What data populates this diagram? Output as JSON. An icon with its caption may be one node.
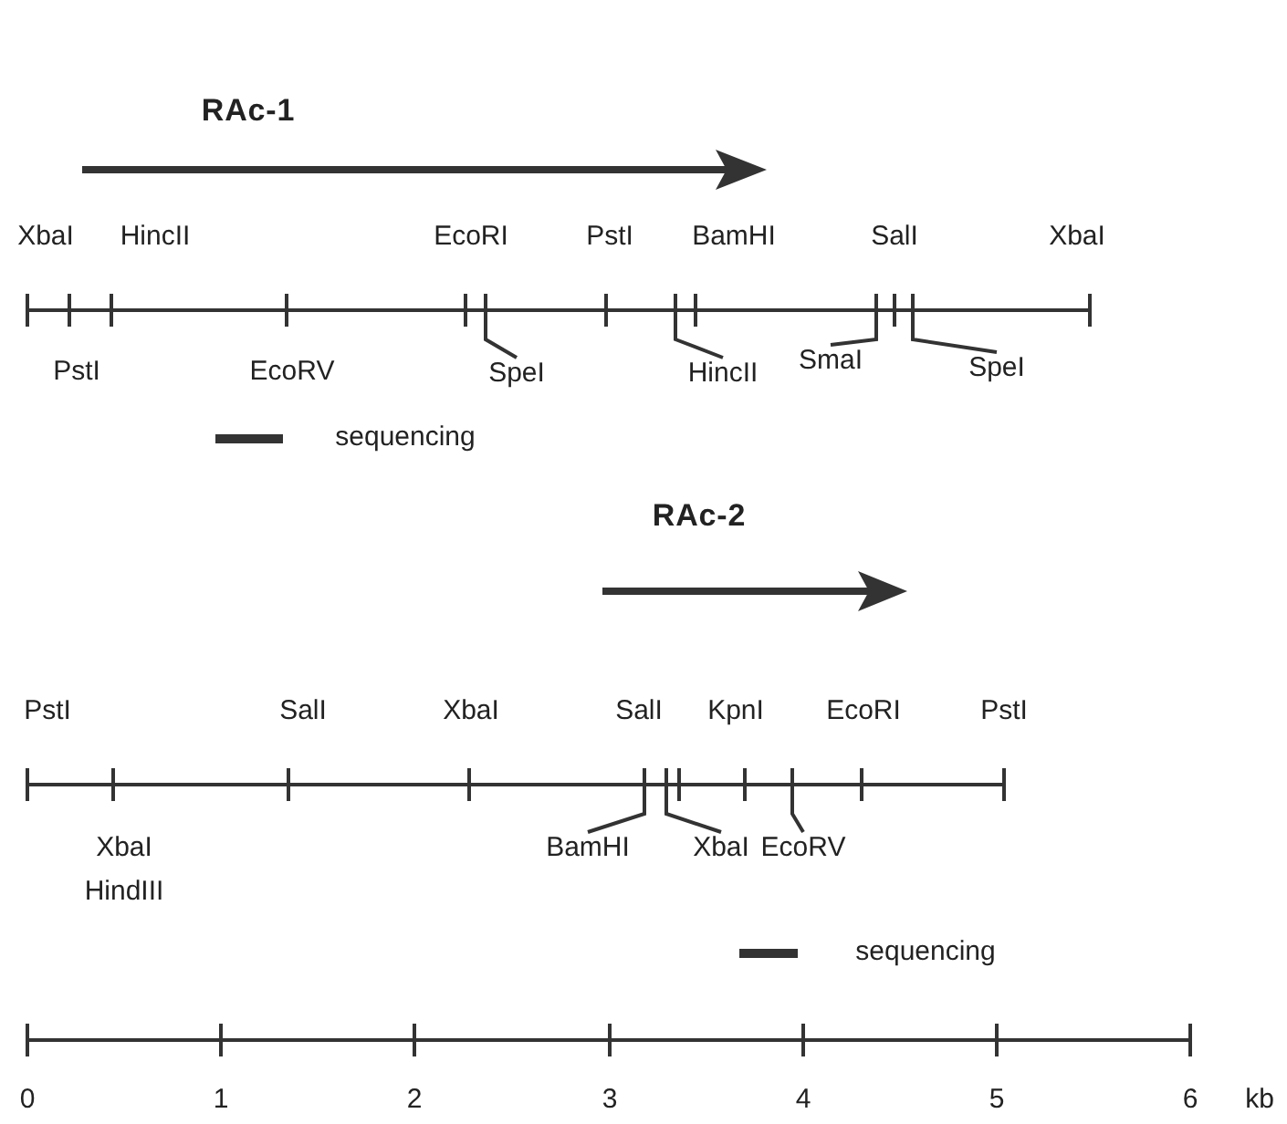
{
  "diagram": {
    "nodes": [
      {
        "text": [
          "SpeI"
        ]
      },
      {
        "text": [
          "HincII"
        ]
      },
      {
        "text": [
          "SmaI"
        ]
      },
      {
        "text": [
          "SpeI"
        ]
      },
      {
        "text": [
          "BamHI"
        ]
      },
      {
        "text": [
          "XbaI"
        ]
      },
      {
        "text": [
          "EcoRV"
        ]
      }
    ],
    "edges": [
      {
        "from": 0,
        "to": null,
        "arrow": "none"
      },
      {
        "from": 1,
        "to": null,
        "arrow": "none"
      },
      {
        "from": 2,
        "to": null,
        "arrow": "none"
      },
      {
        "from": 3,
        "to": null,
        "arrow": "none"
      },
      {
        "from": 4,
        "to": null,
        "arrow": "none"
      },
      {
        "from": 5,
        "to": null,
        "arrow": "none"
      },
      {
        "from": 6,
        "to": null,
        "arrow": "none"
      }
    ],
    "labels": [
      "RAc-1",
      "XbaI",
      "HincII",
      "EcoRI",
      "PstI",
      "BamHI",
      "SalI",
      "XbaI",
      "PstI",
      "EcoRV",
      "sequencing",
      "RAc-2",
      "PstI",
      "SalI",
      "XbaI",
      "SalI",
      "KpnI",
      "EcoRI",
      "PstI",
      "XbaI",
      "HindIII",
      "sequencing",
      "0",
      "1",
      "2",
      "3",
      "4",
      "5",
      "6",
      "kb"
    ]
  }
}
